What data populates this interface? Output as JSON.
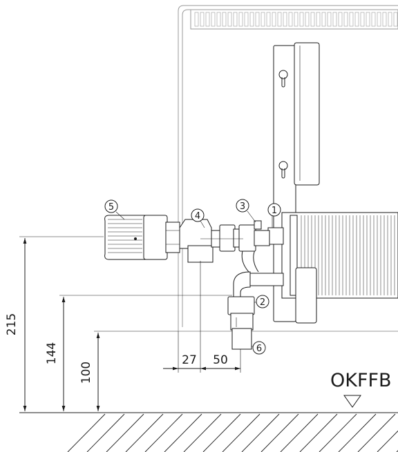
{
  "dimensions": {
    "overall_height": "215",
    "valve_height": "144",
    "connection_height": "100",
    "offset_left": "27",
    "offset_right": "50"
  },
  "floor_label": "OKFFB",
  "callouts": [
    "1",
    "2",
    "3",
    "4",
    "5",
    "6"
  ],
  "colors": {
    "line": "#1a1a1a",
    "housing": "#9a9a9a",
    "background": "#ffffff"
  }
}
